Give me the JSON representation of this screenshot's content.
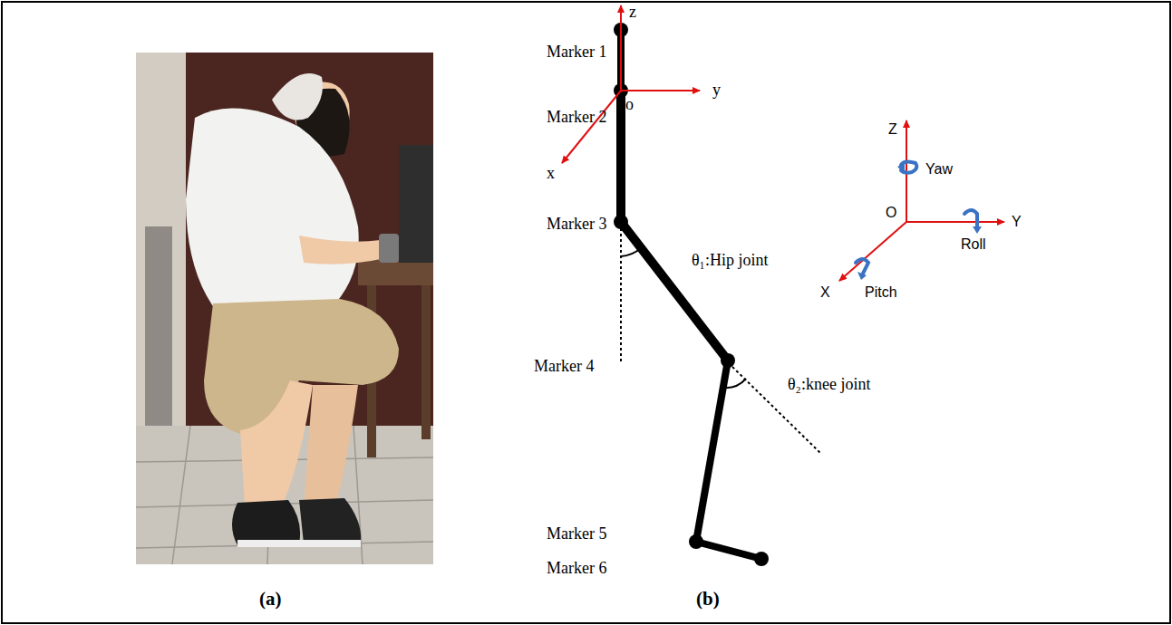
{
  "diagram": {
    "labels": [
      "Marker 1",
      "Marker 2",
      "Marker 3",
      "Marker 4",
      "Marker 5",
      "Marker 6",
      "z",
      "y",
      "x",
      "o",
      "θ₁:Hip joint",
      "θ₂:knee joint",
      "Z",
      "Yaw",
      "O",
      "Y",
      "Roll",
      "X",
      "Pitch",
      "(a)",
      "(b)"
    ]
  }
}
